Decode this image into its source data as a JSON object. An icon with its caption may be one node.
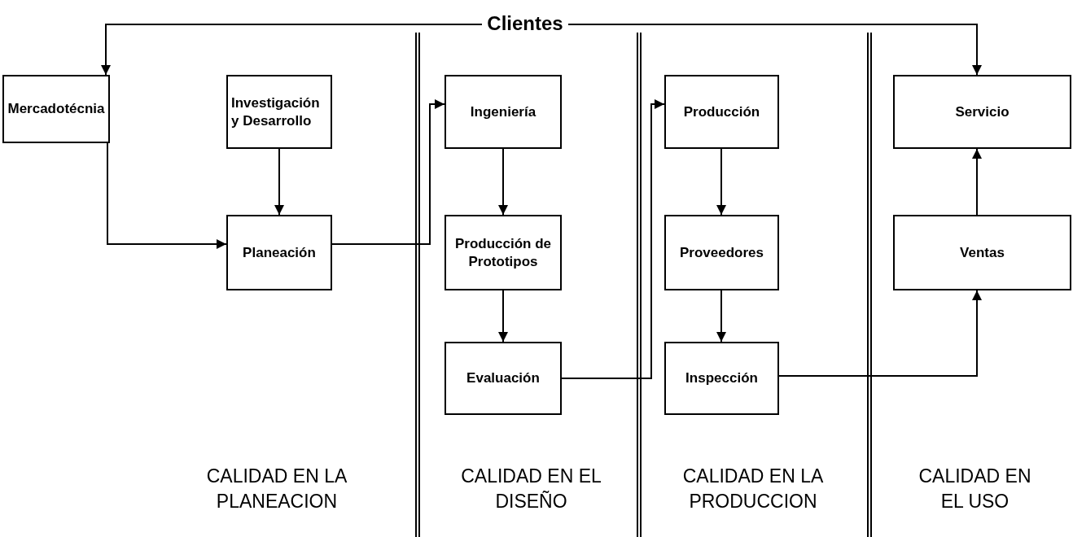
{
  "diagram": {
    "nodes": [
      {
        "text": [
          "Clientes"
        ]
      },
      {
        "text": [
          "Mercadotécnia"
        ]
      },
      {
        "text": [
          "Investigación y Desarrollo"
        ]
      },
      {
        "text": [
          "Planeación"
        ]
      },
      {
        "text": [
          "Ingeniería"
        ]
      },
      {
        "text": [
          "Producción de Prototipos"
        ]
      },
      {
        "text": [
          "Evaluación"
        ]
      },
      {
        "text": [
          "Producción"
        ]
      },
      {
        "text": [
          "Proveedores"
        ]
      },
      {
        "text": [
          "Inspección"
        ]
      },
      {
        "text": [
          "Servicio"
        ]
      },
      {
        "text": [
          "Ventas"
        ]
      }
    ],
    "edges": [
      {
        "from": 0,
        "to": 1,
        "arrow": "to"
      },
      {
        "from": 0,
        "to": 10,
        "arrow": "to"
      },
      {
        "from": 1,
        "to": 3,
        "arrow": "to"
      },
      {
        "from": 2,
        "to": 3,
        "arrow": "to"
      },
      {
        "from": 3,
        "to": 4,
        "arrow": "to"
      },
      {
        "from": 4,
        "to": 5,
        "arrow": "to"
      },
      {
        "from": 5,
        "to": 6,
        "arrow": "to"
      },
      {
        "from": 6,
        "to": 7,
        "arrow": "to"
      },
      {
        "from": 7,
        "to": 8,
        "arrow": "to"
      },
      {
        "from": 8,
        "to": 9,
        "arrow": "to"
      },
      {
        "from": 9,
        "to": 11,
        "arrow": "to"
      },
      {
        "from": 11,
        "to": 10,
        "arrow": "to"
      }
    ],
    "labels": [
      "CALIDAD EN LA PLANEACION",
      "CALIDAD EN EL DISEÑO",
      "CALIDAD EN LA PRODUCCION",
      "CALIDAD EN EL USO"
    ]
  }
}
